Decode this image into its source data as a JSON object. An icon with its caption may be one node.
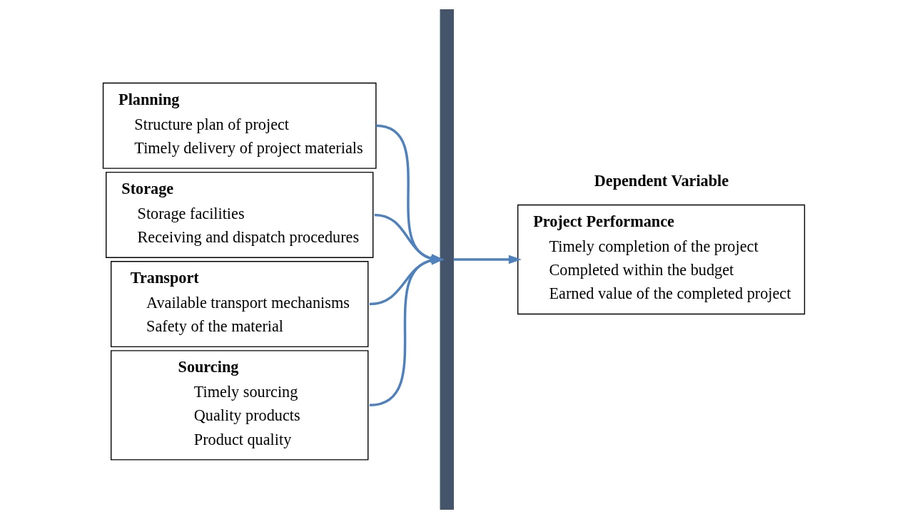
{
  "diagram": {
    "nodes": [
      {
        "text": [
          "Planning",
          "Structure plan of project",
          "Timely delivery of project materials"
        ]
      },
      {
        "text": [
          "Storage",
          "Storage facilities",
          "Receiving and dispatch procedures"
        ]
      },
      {
        "text": [
          "Transport",
          "Available transport mechanisms",
          "Safety of the material"
        ]
      },
      {
        "text": [
          "Sourcing",
          "Timely sourcing",
          "Quality products",
          "Product quality"
        ]
      },
      {
        "text": [],
        "shape": "bar"
      },
      {
        "text": [
          "Project Performance",
          "Timely completion of the project",
          "Completed within the budget",
          "Earned value of the completed project"
        ]
      }
    ],
    "edges": [
      {
        "from": 0,
        "to": 4,
        "arrow": "to"
      },
      {
        "from": 1,
        "to": 4,
        "arrow": "to"
      },
      {
        "from": 2,
        "to": 4,
        "arrow": "to"
      },
      {
        "from": 3,
        "to": 4,
        "arrow": "to"
      },
      {
        "from": 4,
        "to": 5,
        "arrow": "to"
      }
    ],
    "labels": [
      "Dependent Variable"
    ]
  }
}
